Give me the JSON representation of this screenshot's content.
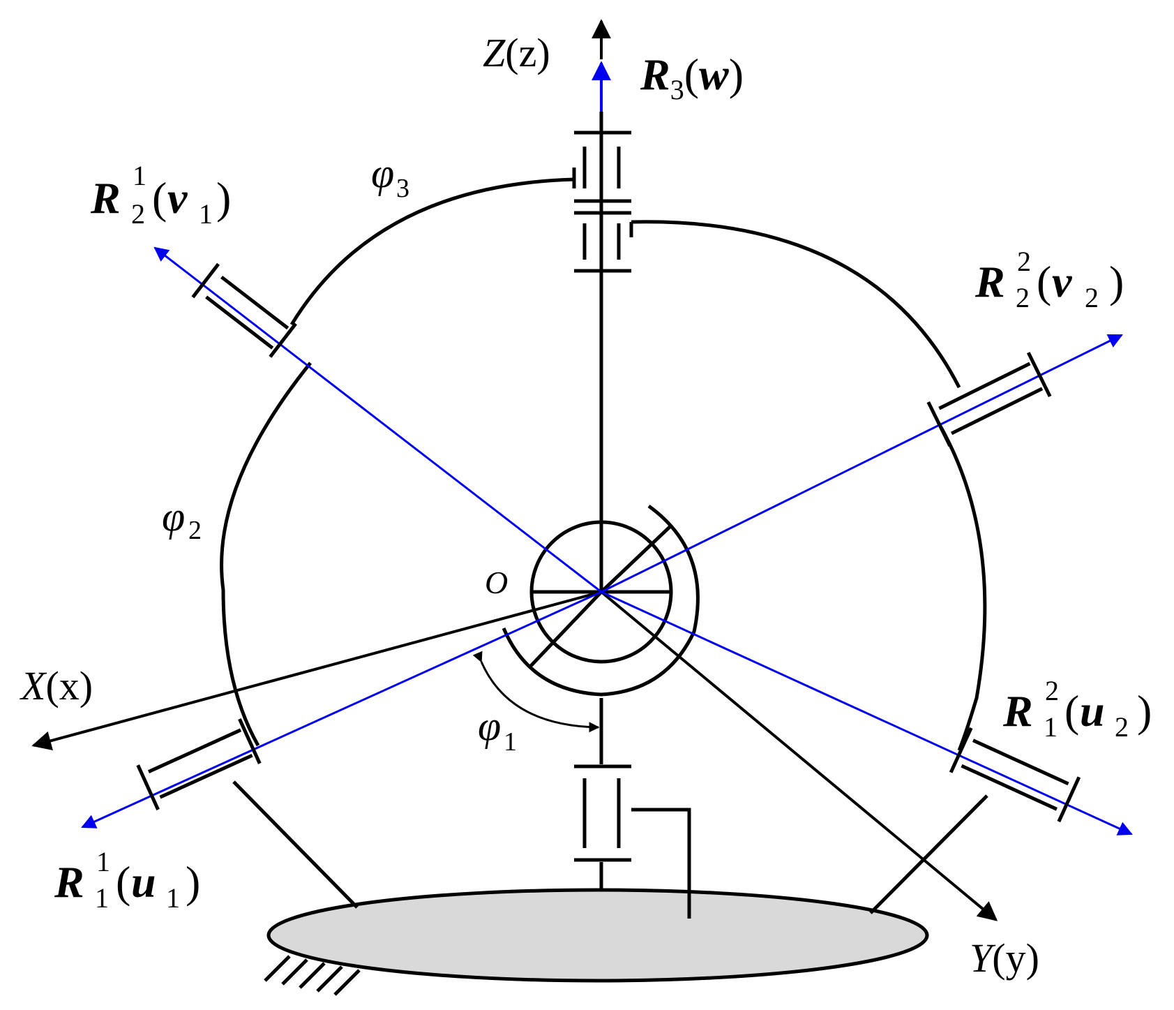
{
  "labels": {
    "z_axis": {
      "main": "Z",
      "paren": "(z)"
    },
    "x_axis": {
      "main": "X",
      "paren": "(x)"
    },
    "y_axis": {
      "main": "Y",
      "paren": "(y)"
    },
    "origin": "O",
    "r3": {
      "base": "R",
      "sub": "3",
      "var": "w"
    },
    "r21": {
      "base": "R",
      "sub": "2",
      "sup": "1",
      "var": "v",
      "var_sub": "1"
    },
    "r22": {
      "base": "R",
      "sub": "2",
      "sup": "2",
      "var": "v",
      "var_sub": "2"
    },
    "r11": {
      "base": "R",
      "sub": "1",
      "sup": "1",
      "var": "u",
      "var_sub": "1"
    },
    "r12": {
      "base": "R",
      "sub": "1",
      "sup": "2",
      "var": "u",
      "var_sub": "2"
    },
    "phi1": {
      "sym": "φ",
      "sub": "1"
    },
    "phi2": {
      "sym": "φ",
      "sub": "2"
    },
    "phi3": {
      "sym": "φ",
      "sub": "3"
    }
  },
  "colors": {
    "axis": "#000000",
    "rotation_axis": "#0000ee",
    "base_fill": "#d9d9d9"
  }
}
